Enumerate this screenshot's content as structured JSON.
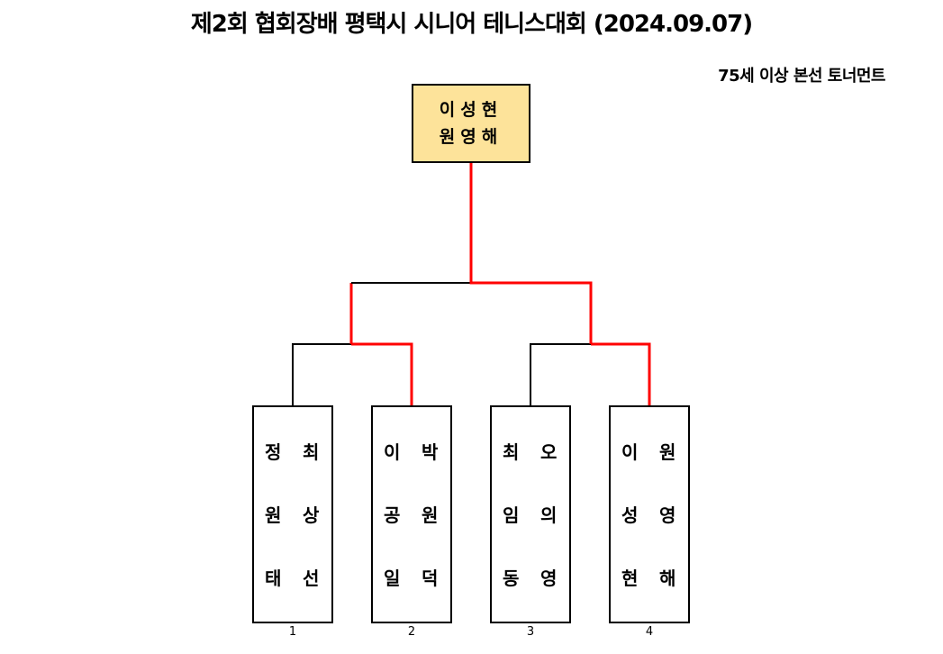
{
  "title": "제2회 협회장배 평택시 시니어 테니스대회 (2024.09.07)",
  "subtitle": "75세 이상 본선 토너먼트",
  "winner": {
    "line1": "이성현",
    "line2": "원영해"
  },
  "teams": [
    {
      "seed": "1",
      "player1": [
        "정",
        "원",
        "태"
      ],
      "player2": [
        "최",
        "상",
        "선"
      ]
    },
    {
      "seed": "2",
      "player1": [
        "이",
        "공",
        "일"
      ],
      "player2": [
        "박",
        "원",
        "덕"
      ]
    },
    {
      "seed": "3",
      "player1": [
        "최",
        "임",
        "동"
      ],
      "player2": [
        "오",
        "의",
        "영"
      ]
    },
    {
      "seed": "4",
      "player1": [
        "이",
        "성",
        "현"
      ],
      "player2": [
        "원",
        "영",
        "해"
      ]
    }
  ],
  "colors": {
    "winner_path": "#ff0000",
    "line": "#000000",
    "winner_fill": "#fde39a"
  }
}
